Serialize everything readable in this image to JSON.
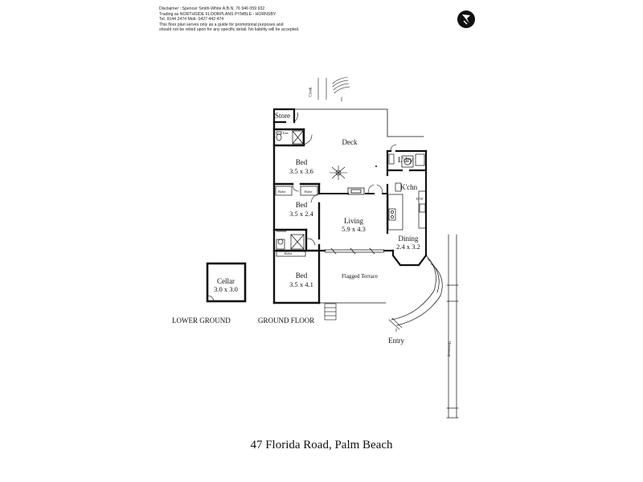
{
  "disclaimer": {
    "lines": [
      "Disclaimer : Spencer Smith-White A.B.N. 76 946 059 932",
      "Trading as NORTHSIDE  FLOORPLANS  PYMBLE - HORNSBY",
      "Tel. 9144 2474   Mob. 0427 442 474",
      "This floor plan serves only as a guide for promotional purposes and",
      "should not be relied upon for any specific detail. No liability will be accepted."
    ]
  },
  "compass": {
    "icon": "north-arrow-icon"
  },
  "rooms": {
    "store": {
      "name": "Store"
    },
    "ens": {
      "name": "Ens"
    },
    "bed1": {
      "name": "Bed",
      "dims": "3.5 x 3.6"
    },
    "bed2": {
      "name": "Bed",
      "dims": "3.5 x 2.4"
    },
    "bed3": {
      "name": "Bed",
      "dims": "3.5 x 4.1"
    },
    "deck": {
      "name": "Deck"
    },
    "living": {
      "name": "Living",
      "dims": "5.9 x 4.3"
    },
    "kitchen": {
      "name": "K'chn"
    },
    "laundry": {
      "name": "L'dry"
    },
    "dining": {
      "name": "Dining",
      "dims": "2.4 x 3.2"
    },
    "terrace": {
      "name": "Flagged Terrace"
    },
    "cellar": {
      "name": "Cellar",
      "dims": "3.0 x 3.0"
    }
  },
  "small_labels": {
    "robe1": "Robe",
    "robe2": "Robe",
    "robe3": "Robe",
    "dw": "D/W",
    "creek": "Creek",
    "driveway": "Driveway"
  },
  "levels": {
    "lower": "LOWER GROUND",
    "ground": "GROUND FLOOR"
  },
  "entry": "Entry",
  "address": "47 Florida Road, Palm Beach"
}
